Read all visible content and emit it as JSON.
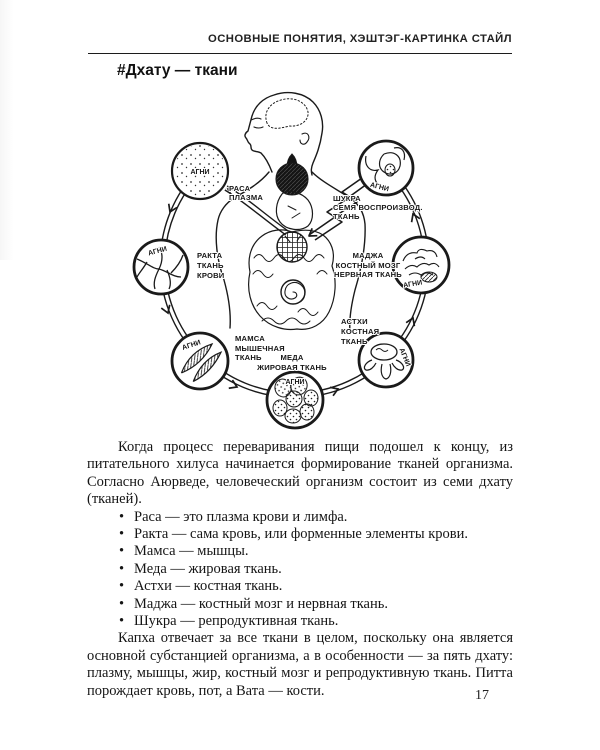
{
  "page": {
    "running_head": "ОСНОВНЫЕ ПОНЯТИЯ, ХЭШТЭГ-КАРТИНКА СТАЙЛ",
    "title": "#Дхату — ткани",
    "page_number": "17"
  },
  "diagram": {
    "agni_label": "АГНИ",
    "center_figure_icon": "human-digestive-system-icon",
    "nodes": [
      {
        "id": "rasa",
        "label_lines": [
          "РАСА",
          "ПЛАЗМА"
        ]
      },
      {
        "id": "shukra",
        "label_lines": [
          "ШУКРА",
          "СЕМЯ ВОСПРОИЗВОД.",
          "ТКАНЬ"
        ]
      },
      {
        "id": "rakta",
        "label_lines": [
          "РАКТА",
          "ТКАНЬ",
          "КРОВИ"
        ]
      },
      {
        "id": "madzha",
        "label_lines": [
          "МАДЖА",
          "КОСТНЫЙ МОЗГ",
          "НЕРВНАЯ ТКАНЬ"
        ]
      },
      {
        "id": "mamsa",
        "label_lines": [
          "МАМСА",
          "МЫШЕЧНАЯ",
          "ТКАНЬ"
        ]
      },
      {
        "id": "meda",
        "label_lines": [
          "МЕДА",
          "ЖИРОВАЯ ТКАНЬ"
        ]
      },
      {
        "id": "asthi",
        "label_lines": [
          "АСТХИ",
          "КОСТНАЯ",
          "ТКАНЬ"
        ]
      }
    ],
    "ink_color": "#1a1a1a"
  },
  "content": {
    "paragraph1": "Когда процесс переваривания пищи подошел к концу, из питательного хилуса начинается формирование тканей организма. Согласно Аюрведе, человеческий организм состоит из семи дхату (тканей).",
    "bullets": [
      "Раса — это плазма крови и лимфа.",
      "Ракта — сама кровь, или форменные элементы крови.",
      "Мамса — мышцы.",
      "Меда — жировая ткань.",
      "Астхи — костная ткань.",
      "Маджа — костный мозг и нервная ткань.",
      "Шукра — репродуктивная ткань."
    ],
    "paragraph2": "Капха отвечает за все ткани в целом, поскольку она является основной субстанцией организма, а в особенности — за пять дхату: плазму, мышцы, жир, костный мозг и репродуктивную ткань. Питта порождает кровь, пот, а Вата — кости."
  }
}
